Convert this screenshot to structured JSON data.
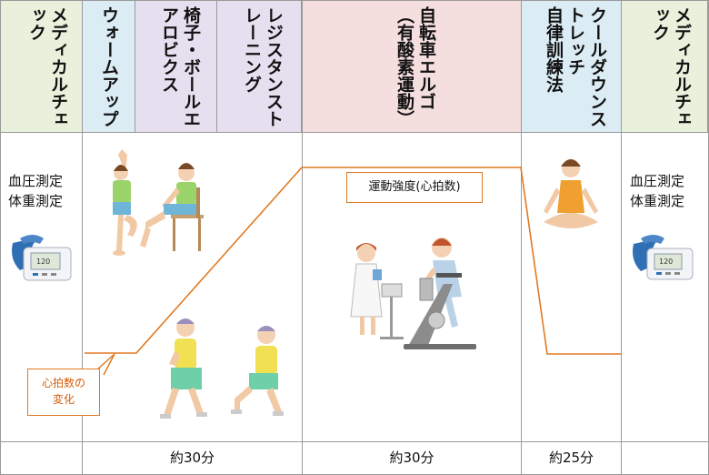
{
  "headers": {
    "medical_check_1": "メディカルチェック",
    "warm_up": "ウォームアップ",
    "chair_ball": "椅子・ボールエアロビクス",
    "resistance": "レジスタンストレーニング",
    "bike": "自転車エルゴ（有酸素運動）",
    "cooldown_1": "クールダウンストレッチ",
    "cooldown_2": "自律訓練法",
    "medical_check_2": "メディカルチェック"
  },
  "body": {
    "medical_left_line1": "血圧測定",
    "medical_left_line2": "体重測定",
    "medical_right_line1": "血圧測定",
    "medical_right_line2": "体重測定",
    "intensity_label": "運動強度(心拍数)",
    "heart_rate_change_line1": "心拍数の",
    "heart_rate_change_line2": "変化"
  },
  "footer": {
    "warmup_duration": "約30分",
    "bike_duration": "約30分",
    "cooldown_duration": "約25分"
  },
  "colors": {
    "green_header": "#e9f0dc",
    "blue_header": "#dcecf5",
    "purple_header": "#e6dff0",
    "pink_header": "#f5dede",
    "heart_rate_line": "#e07a22"
  }
}
